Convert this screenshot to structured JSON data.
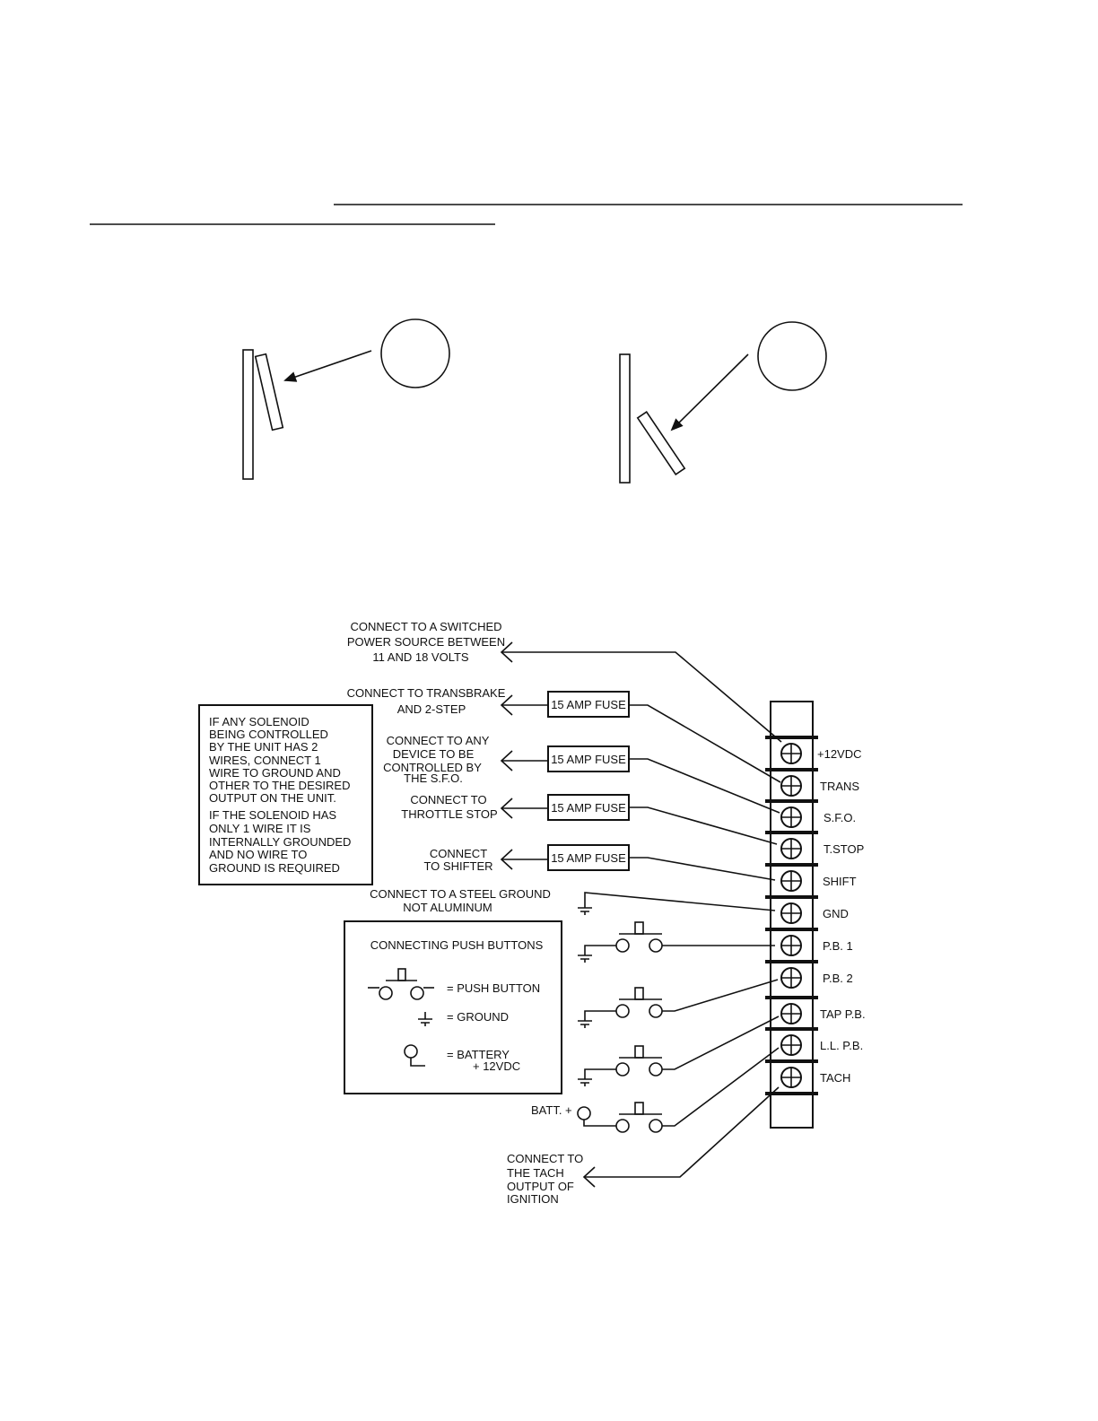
{
  "connections": {
    "power": [
      "CONNECT  TO  A  SWITCHED",
      "POWER SOURCE BETWEEN",
      "11  AND  18  VOLTS"
    ],
    "transbrake": [
      "CONNECT  TO TRANSBRAKE",
      "AND  2-STEP"
    ],
    "device": [
      "CONNECT  TO  ANY",
      "DEVICE  TO  BE",
      "CONTROLLED  BY",
      "THE  S.F.O."
    ],
    "throttle": [
      "CONNECT  TO",
      "THROTTLE STOP"
    ],
    "shifter": [
      "CONNECT",
      "TO SHIFTER"
    ],
    "ground": [
      "CONNECT  TO  A  STEEL  GROUND",
      "NOT  ALUMINUM"
    ],
    "tach": [
      "CONNECT  TO",
      "THE  TACH",
      "OUTPUT  OF",
      "IGNITION"
    ]
  },
  "fuse_label": "15 AMP FUSE",
  "solenoid_note": [
    "IF  ANY  SOLENOID",
    "BEING  CONTROLLED",
    "BY THE UNIT  HAS  2",
    "WIRES, CONNECT  1",
    "WIRE  TO  GROUND  AND",
    "OTHER  TO  THE  DESIRED",
    "OUTPUT  ON  THE  UNIT.",
    "IF  THE  SOLENOID  HAS",
    "ONLY  1  WIRE  IT  IS",
    "INTERNALLY  GROUNDED",
    "AND  NO  WIRE  TO",
    "GROUND  IS  REQUIRED"
  ],
  "legend": {
    "title": "CONNECTING   PUSH   BUTTONS",
    "push_button": "=  PUSH BUTTON",
    "ground": "=   GROUND",
    "battery": [
      "=    BATTERY",
      "+ 12VDC"
    ]
  },
  "battery_label": "BATT. +",
  "terminals": [
    "+12VDC",
    "TRANS",
    "S.F.O.",
    "T.STOP",
    "SHIFT",
    "GND",
    "P.B.  1",
    "P.B.  2",
    "TAP  P.B.",
    "L.L.  P.B.",
    "TACH"
  ]
}
